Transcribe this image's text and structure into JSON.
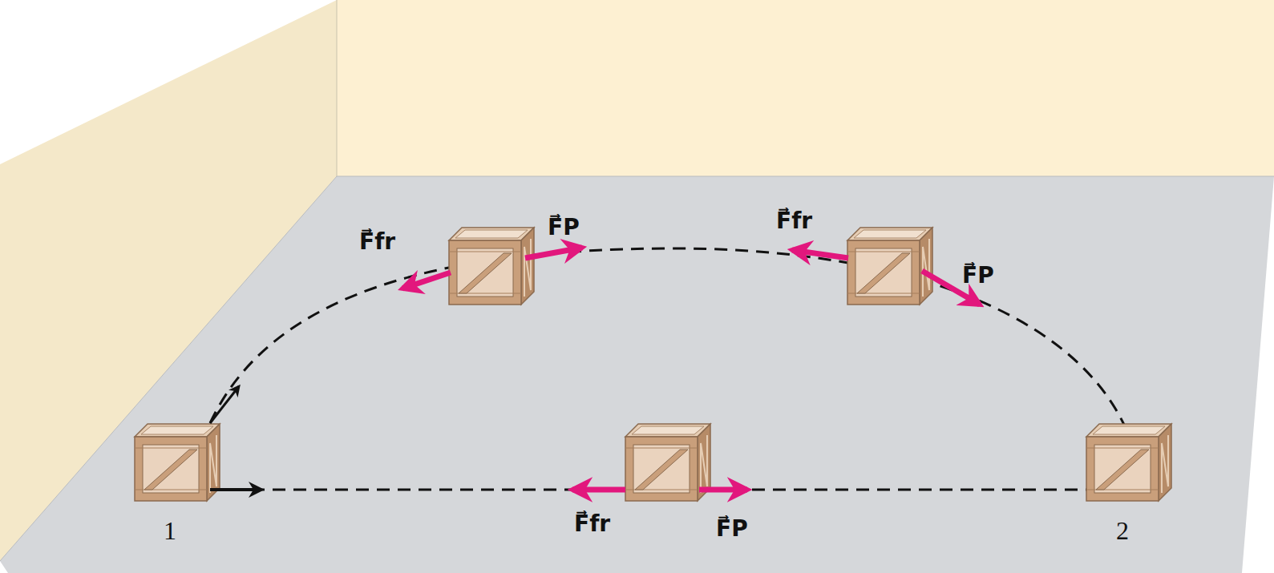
{
  "diagram": {
    "labels": [
      "F⃗fr",
      "F⃗P",
      "F⃗fr",
      "F⃗P",
      "F⃗fr",
      "F⃗P",
      "1",
      "2"
    ]
  }
}
